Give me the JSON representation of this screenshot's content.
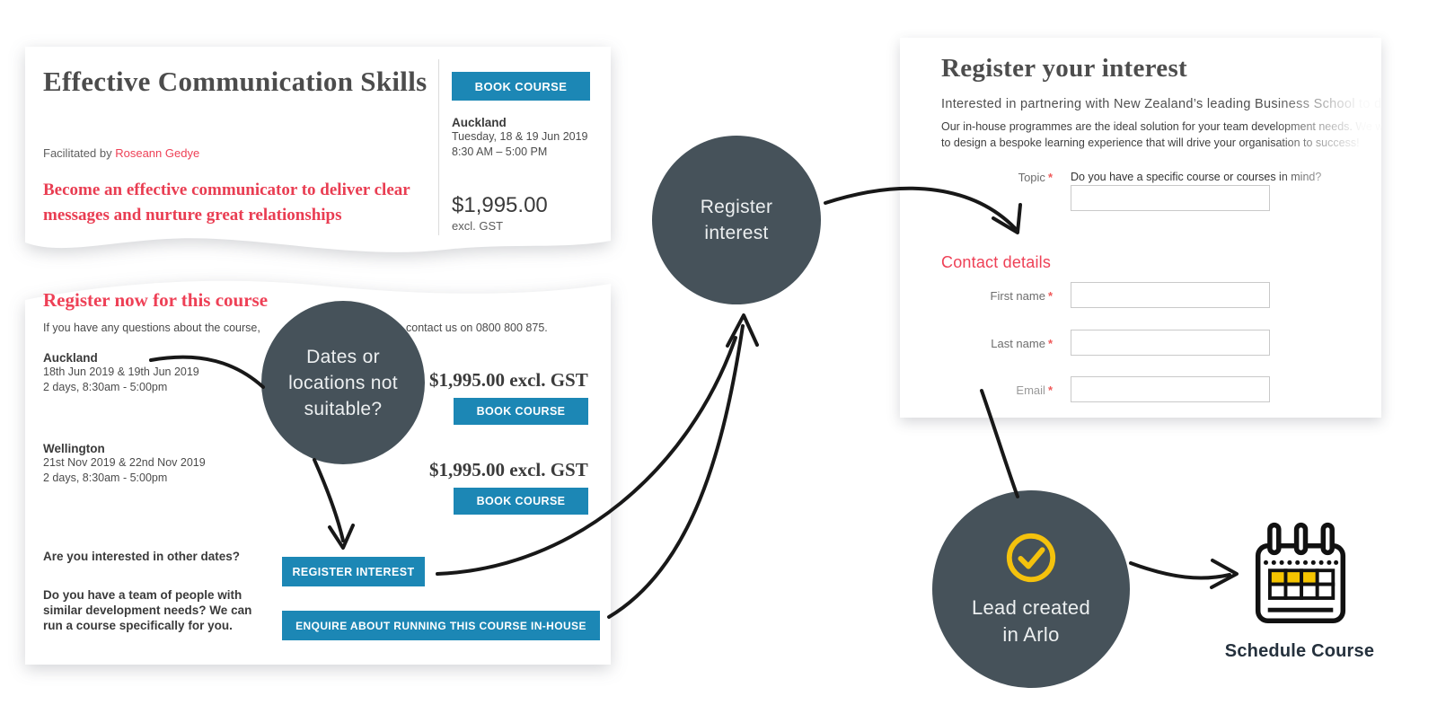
{
  "course_card": {
    "title": "Effective Communication Skills",
    "facilitated_by": "Facilitated by",
    "facilitator": "Roseann Gedye",
    "tagline": "Become an effective communicator to deliver clear messages and nurture great relationships",
    "book_button": "BOOK COURSE",
    "session": {
      "city": "Auckland",
      "dates": "Tuesday, 18 & 19 Jun 2019",
      "time": "8:30 AM – 5:00 PM"
    },
    "price": "$1,995.00",
    "price_note": "excl. GST"
  },
  "register_panel": {
    "heading": "Register now for this course",
    "info_left": "If you have any questions about the course,",
    "info_right": "contact us on 0800 800 875.",
    "sessions": [
      {
        "city": "Auckland",
        "dates": "18th Jun 2019 & 19th Jun 2019",
        "duration": "2 days, 8:30am - 5:00pm",
        "price": "$1,995.00 excl. GST",
        "button": "BOOK COURSE"
      },
      {
        "city": "Wellington",
        "dates": "21st Nov 2019 & 22nd Nov 2019",
        "duration": "2 days, 8:30am - 5:00pm",
        "price": "$1,995.00 excl. GST",
        "button": "BOOK COURSE"
      }
    ],
    "other_dates_question": "Are you interested in other dates?",
    "register_button": "REGISTER INTEREST",
    "inhouse_question": "Do you have a team of people with similar development needs? We can run a course specifically for you.",
    "enquire_button": "ENQUIRE ABOUT RUNNING THIS COURSE IN-HOUSE"
  },
  "callouts": {
    "dates": {
      "lines": [
        "Dates or",
        "locations not",
        "suitable?"
      ]
    },
    "register": {
      "lines": [
        "Register",
        "interest"
      ]
    },
    "lead": {
      "lines": [
        "Lead created",
        "in Arlo"
      ]
    }
  },
  "form_panel": {
    "heading": "Register your interest",
    "intro_line1": "Interested in partnering with New Zealand’s leading Business School to devel",
    "intro_line2": "Our in-house programmes are the ideal solution for your team development needs. We will wo",
    "intro_line3": "to design a bespoke learning experience that will drive your organisation to success!",
    "topic_label": "Topic",
    "required_mark": "*",
    "topic_hint": "Do you have a specific course or courses in mind?",
    "contact_heading": "Contact details",
    "first_name_label": "First name",
    "last_name_label": "Last name",
    "email_label": "Email"
  },
  "schedule": {
    "label": "Schedule Course"
  },
  "colors": {
    "accent_blue": "#1c87b5",
    "accent_pink": "#ee4056",
    "circle_slate": "#46525a",
    "check_yellow": "#f4c20d",
    "ink": "#181818"
  }
}
